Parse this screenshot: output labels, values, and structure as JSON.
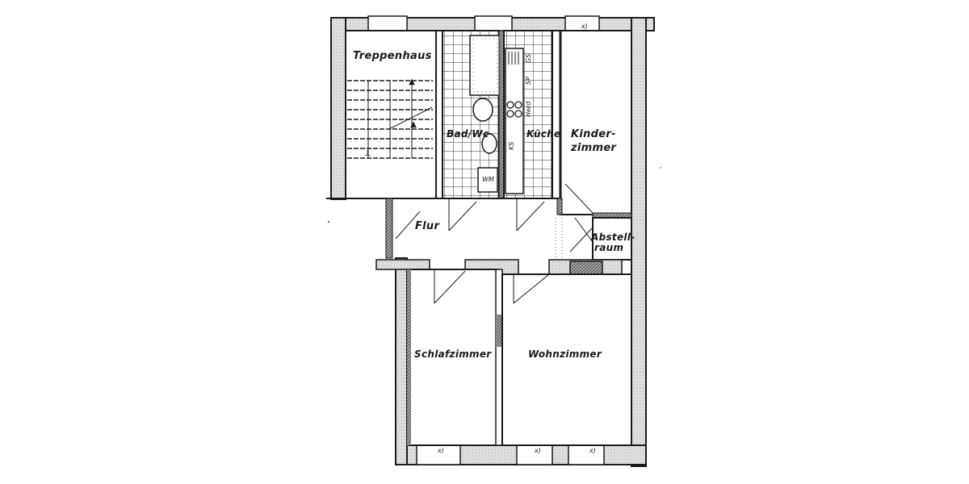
{
  "floor_plan": {
    "rooms": [
      {
        "id": "treppenhaus",
        "label": "Treppenhaus"
      },
      {
        "id": "bad",
        "label": "Bad/Wc"
      },
      {
        "id": "kueche",
        "label": "Küche"
      },
      {
        "id": "kinderzimmer",
        "label_line1": "Kinder-",
        "label_line2": "zimmer"
      },
      {
        "id": "flur",
        "label": "Flur"
      },
      {
        "id": "abstellraum",
        "label_line1": "Abstell-",
        "label_line2": "raum"
      },
      {
        "id": "schlafzimmer",
        "label": "Schlafzimmer"
      },
      {
        "id": "wohnzimmer",
        "label": "Wohnzimmer"
      }
    ],
    "fixtures": {
      "gs": "GS",
      "sp": "SP",
      "herd": "Herd",
      "ks": "KS",
      "wm": "WM"
    },
    "window_marks": [
      "x)",
      "x)",
      "x)",
      "x)"
    ],
    "colors": {
      "line": "#1a1a1a",
      "wall_fill": "#d9d9d9",
      "hatch": "#555555",
      "background": "#ffffff"
    }
  }
}
